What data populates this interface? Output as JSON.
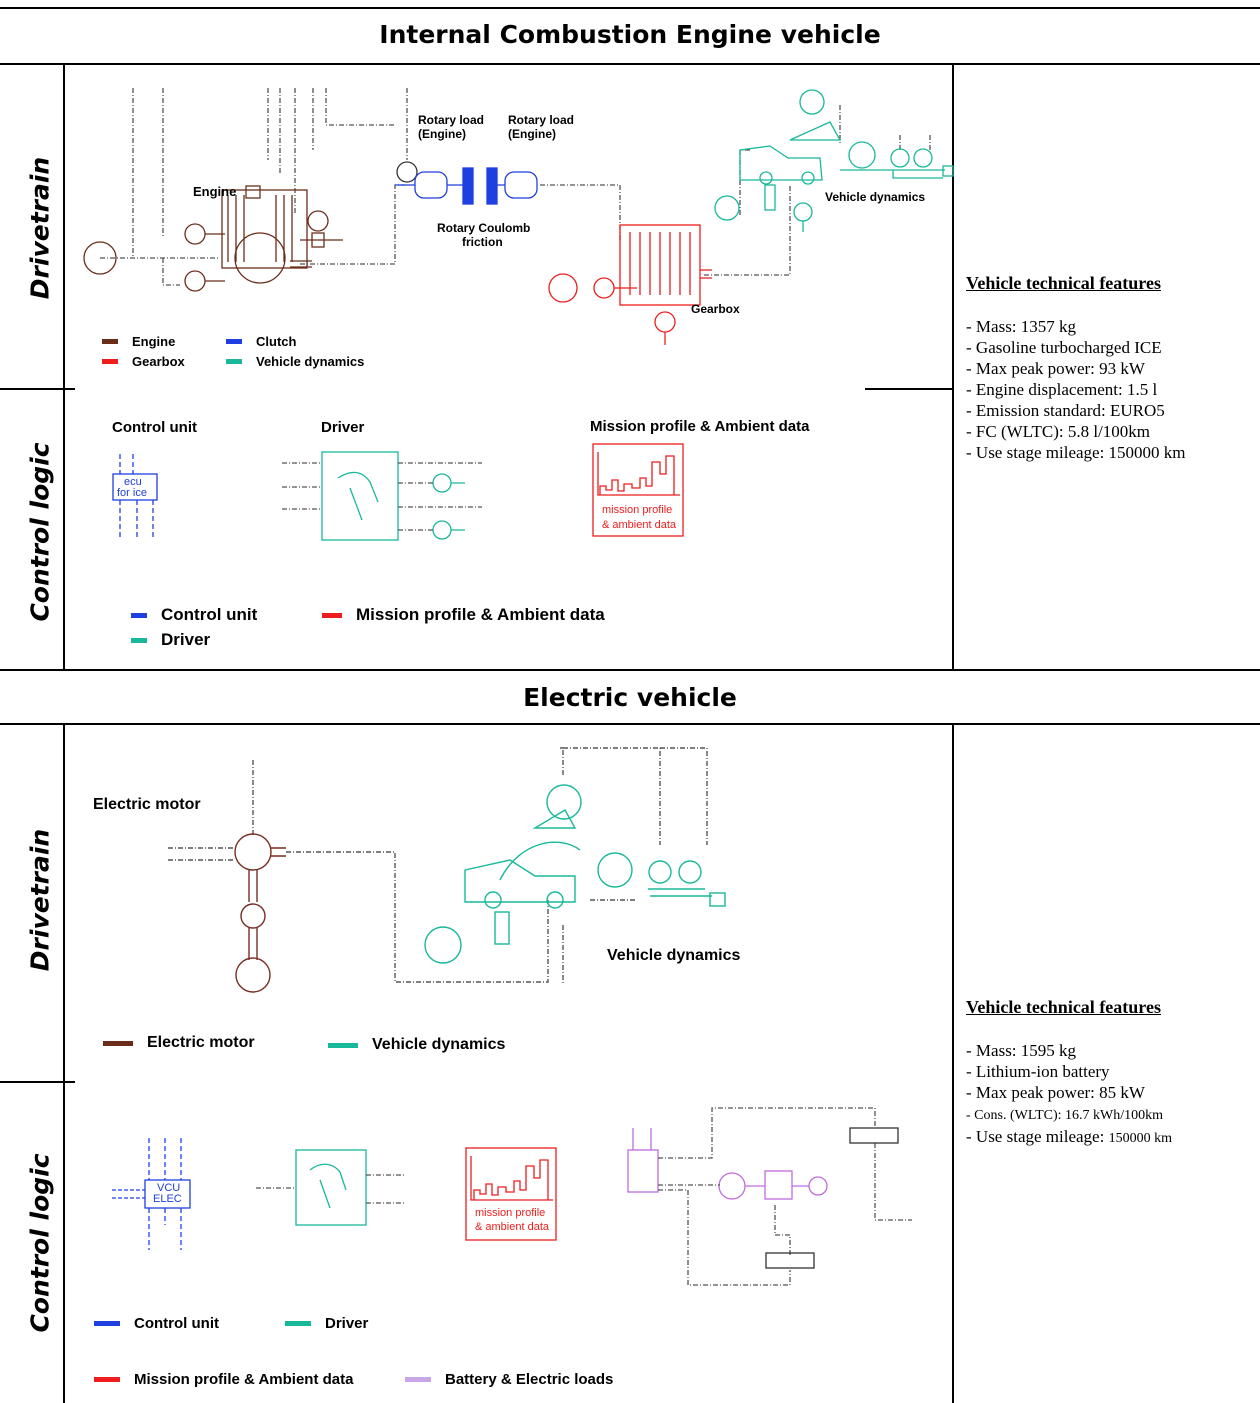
{
  "sections": {
    "ice": {
      "title": "Internal Combustion Engine vehicle",
      "row_drivetrain": "Drivetrain",
      "row_control": "Control logic",
      "labels": {
        "engine": "Engine",
        "rotary_load_1": "Rotary load",
        "rotary_load_1b": "(Engine)",
        "rotary_load_2": "Rotary load",
        "rotary_load_2b": "(Engine)",
        "coulomb_1": "Rotary Coulomb",
        "coulomb_2": "friction",
        "vehicle_dynamics": "Vehicle dynamics",
        "gearbox": "Gearbox",
        "control_unit": "Control unit",
        "driver": "Driver",
        "mission": "Mission profile & Ambient data",
        "ecu_1": "ecu",
        "ecu_2": "for ice",
        "mission_box_1": "mission profile",
        "mission_box_2": "& ambient data"
      },
      "drivetrain_legend": [
        {
          "label": "Engine",
          "color": "#6b2c1a"
        },
        {
          "label": "Gearbox",
          "color": "#ee1c1c"
        },
        {
          "label": "Clutch",
          "color": "#1f3fe0"
        },
        {
          "label": "Vehicle dynamics",
          "color": "#19b89a"
        }
      ],
      "control_legend": [
        {
          "label": "Control unit",
          "color": "#1f3fe0"
        },
        {
          "label": "Driver",
          "color": "#19b89a"
        },
        {
          "label": "Mission profile & Ambient data",
          "color": "#ee1c1c"
        }
      ],
      "features": {
        "heading": "Vehicle technical features",
        "items": [
          "- Mass: 1357 kg",
          "- Gasoline turbocharged ICE",
          "- Max peak power: 93 kW",
          "- Engine displacement: 1.5 l",
          "- Emission standard: EURO5",
          "- FC (WLTC): 5.8 l/100km",
          "- Use stage mileage: 150000 km"
        ]
      }
    },
    "ev": {
      "title": "Electric vehicle",
      "row_drivetrain": "Drivetrain",
      "row_control": "Control logic",
      "labels": {
        "electric_motor": "Electric motor",
        "vehicle_dynamics": "Vehicle dynamics",
        "vcu_1": "VCU",
        "vcu_2": "ELEC",
        "mission_box_1": "mission profile",
        "mission_box_2": "& ambient data"
      },
      "drivetrain_legend": [
        {
          "label": "Electric motor",
          "color": "#6b2c1a"
        },
        {
          "label": "Vehicle dynamics",
          "color": "#19b89a"
        }
      ],
      "control_legend": [
        {
          "label": "Control unit",
          "color": "#1f3fe0"
        },
        {
          "label": "Driver",
          "color": "#19b89a"
        },
        {
          "label": "Mission profile & Ambient data",
          "color": "#ee1c1c"
        },
        {
          "label": "Battery & Electric loads",
          "color": "#c9a6e8"
        }
      ],
      "features": {
        "heading": "Vehicle technical features",
        "items": [
          "- Mass: 1595 kg",
          "- Lithium-ion battery",
          "- Max peak power: 85 kW"
        ],
        "cons_prefix": "- Cons. (WLTC): ",
        "cons_value": "16.7 kWh/100km",
        "mileage_prefix": "- Use stage mileage: ",
        "mileage_value": "150000 km"
      }
    }
  }
}
